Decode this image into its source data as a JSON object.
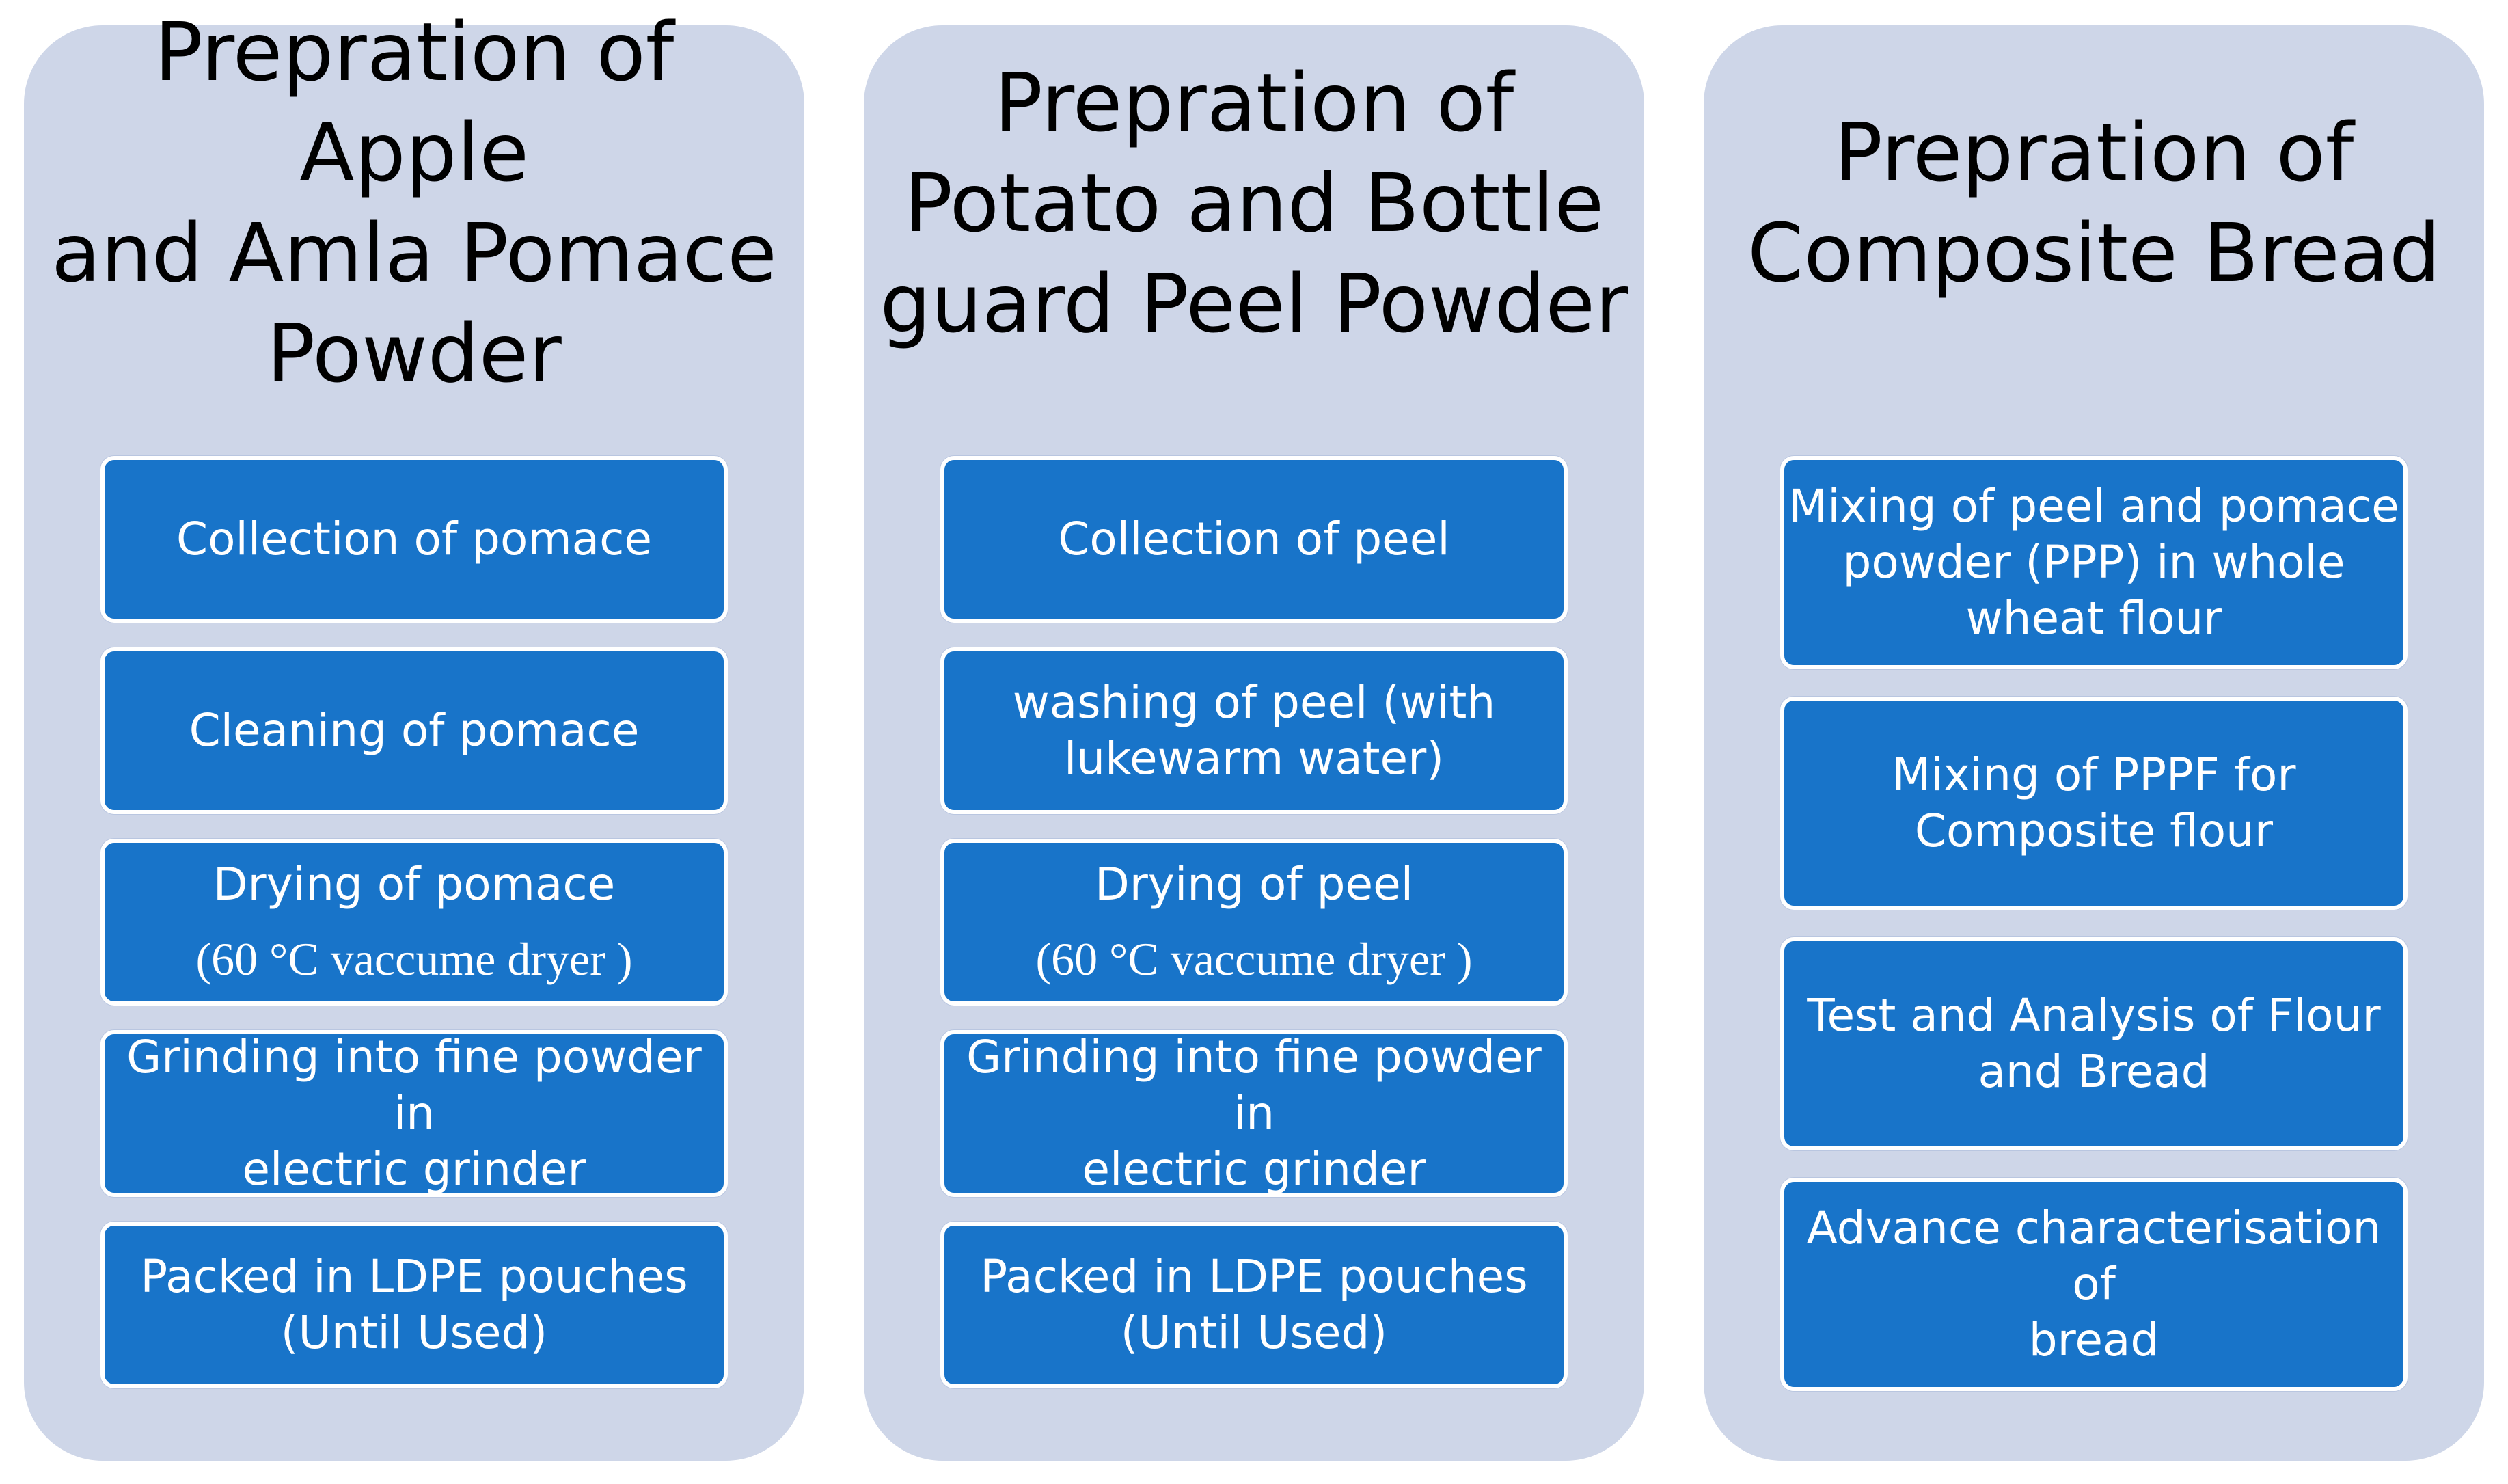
{
  "columns": [
    {
      "title": "Prepration of Apple\nand Amla Pomace\nPowder",
      "steps": [
        {
          "text": "Collection of pomace"
        },
        {
          "text": "Cleaning of pomace"
        },
        {
          "text": "Drying of pomace",
          "sub": "(60 °C vaccume dryer )"
        },
        {
          "text": "Grinding into fine powder in\nelectric grinder"
        },
        {
          "text": "Packed in LDPE pouches\n(Until Used)"
        }
      ]
    },
    {
      "title": "Prepration of\nPotato and Bottle\nguard Peel Powder",
      "steps": [
        {
          "text": "Collection of peel"
        },
        {
          "text": "washing of peel (with\nlukewarm water)"
        },
        {
          "text": "Drying of peel",
          "sub": "(60 °C vaccume dryer )"
        },
        {
          "text": "Grinding into fine powder in\nelectric grinder"
        },
        {
          "text": "Packed in LDPE pouches\n(Until Used)"
        }
      ]
    },
    {
      "title": "Prepration of\nComposite Bread",
      "steps": [
        {
          "text": "Mixing of peel and pomace\npowder (PPP) in whole\nwheat flour"
        },
        {
          "text": "Mixing of PPPF for\nComposite flour"
        },
        {
          "text": "Test and Analysis of Flour\nand Bread"
        },
        {
          "text": "Advance characterisation of\nbread"
        }
      ]
    }
  ]
}
